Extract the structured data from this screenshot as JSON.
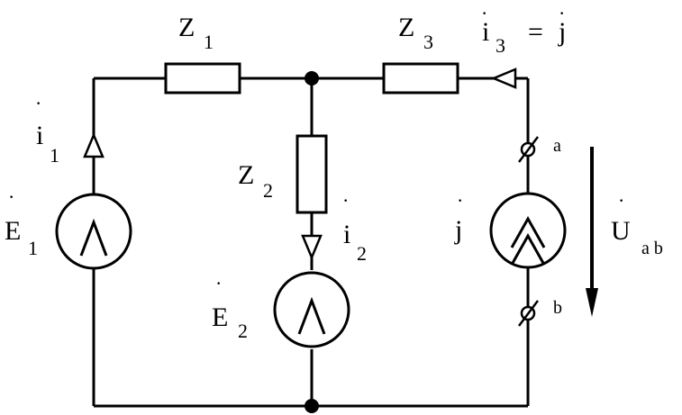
{
  "diagram": {
    "labels": {
      "z1": "Z",
      "z1_sub": "1",
      "z2": "Z",
      "z2_sub": "2",
      "z3": "Z",
      "z3_sub": "3",
      "i1": "i",
      "i1_sub": "1",
      "i2": "i",
      "i2_sub": "2",
      "i3": "i",
      "i3_sub": "3",
      "i3_eq": "=",
      "j_top": "j",
      "e1": "E",
      "e1_sub": "1",
      "e2": "E",
      "e2_sub": "2",
      "j_src": "j",
      "uab": "U",
      "uab_sub": "a b",
      "node_a": "a",
      "node_b": "b",
      "dot_mark": "·"
    }
  }
}
